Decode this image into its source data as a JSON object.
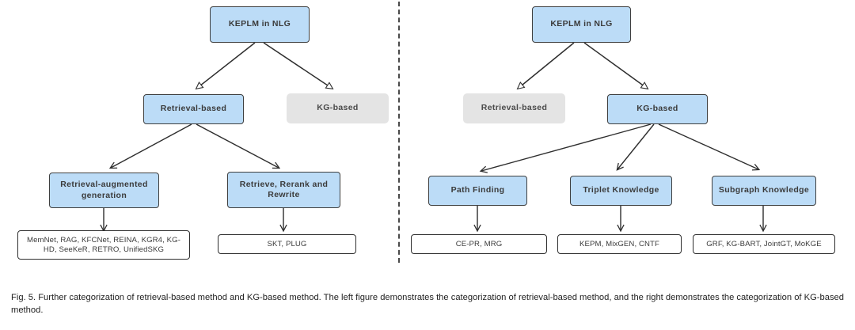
{
  "figure": {
    "divider": "dashed-vertical-divider",
    "left_panel": {
      "root": {
        "label": "KEPLM in NLG"
      },
      "level2": [
        {
          "label": "Retrieval-based",
          "style": "highlighted"
        },
        {
          "label": "KG-based",
          "style": "dimmed"
        }
      ],
      "level3": [
        {
          "label": "Retrieval-augmented generation"
        },
        {
          "label": "Retrieve, Rerank and Rewrite"
        }
      ],
      "leaves": [
        {
          "label": "MemNet, RAG, KFCNet, REINA, KGR4, KG-HD, SeeKeR, RETRO, UnifiedSKG"
        },
        {
          "label": "SKT, PLUG"
        }
      ]
    },
    "right_panel": {
      "root": {
        "label": "KEPLM in NLG"
      },
      "level2": [
        {
          "label": "Retrieval-based",
          "style": "dimmed"
        },
        {
          "label": "KG-based",
          "style": "highlighted"
        }
      ],
      "level3": [
        {
          "label": "Path Finding"
        },
        {
          "label": "Triplet Knowledge"
        },
        {
          "label": "Subgraph Knowledge"
        }
      ],
      "leaves": [
        {
          "label": "CE-PR, MRG"
        },
        {
          "label": "KEPM, MixGEN, CNTF"
        },
        {
          "label": "GRF, KG-BART, JointGT, MoKGE"
        }
      ]
    }
  },
  "caption": {
    "text": "Fig. 5. Further categorization of retrieval-based method and KG-based method. The left figure demonstrates the categorization of retrieval-based method, and the right demonstrates the categorization of KG-based method."
  },
  "colors": {
    "node_blue": "#bcdcf7",
    "node_gray": "#e4e4e4",
    "node_border": "#3f3f3f",
    "leaf_border": "#2e2e2e",
    "text": "#3b3b3b",
    "caption_text": "#222222"
  }
}
